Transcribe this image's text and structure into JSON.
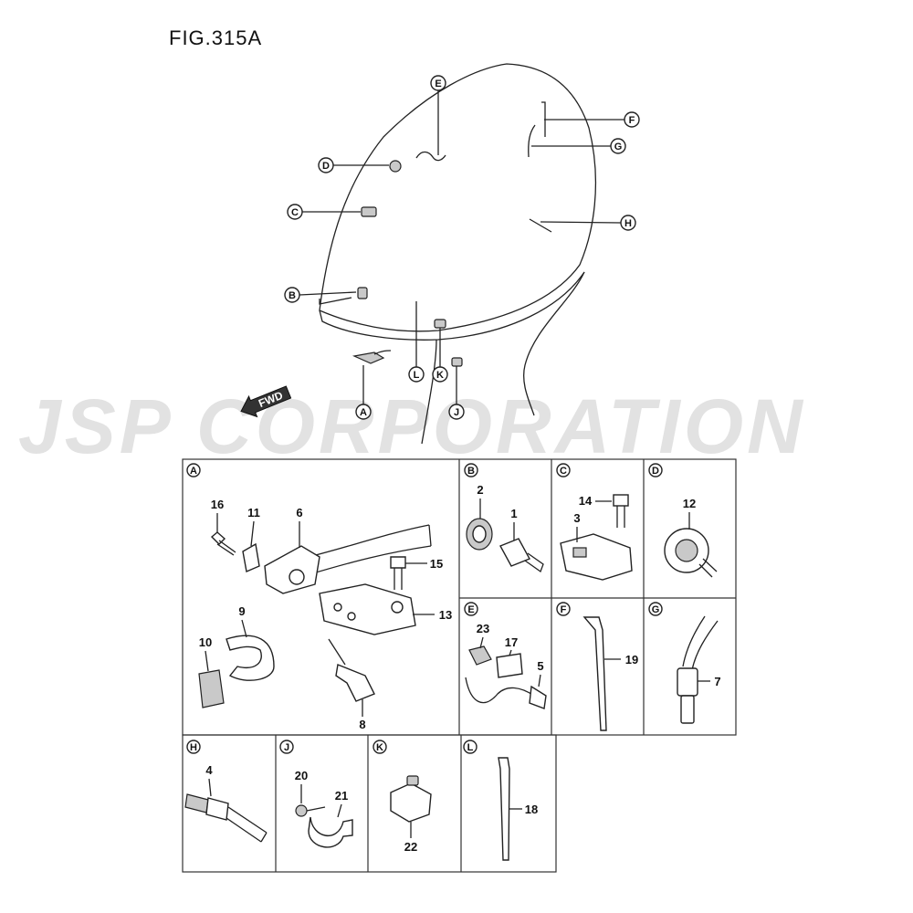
{
  "figure": {
    "title": "FIG.315A",
    "watermark": "JSP CORPORATION",
    "fwd_label": "FWD"
  },
  "callouts": {
    "A": "A",
    "B": "B",
    "C": "C",
    "D": "D",
    "E": "E",
    "F": "F",
    "G": "G",
    "H": "H",
    "J": "J",
    "K": "K",
    "L": "L"
  },
  "panels": {
    "A": {
      "label": "A",
      "parts": [
        "16",
        "11",
        "6",
        "15",
        "13",
        "9",
        "10",
        "8"
      ]
    },
    "B": {
      "label": "B",
      "parts": [
        "2",
        "1"
      ]
    },
    "C": {
      "label": "C",
      "parts": [
        "14",
        "3"
      ]
    },
    "D": {
      "label": "D",
      "parts": [
        "12"
      ]
    },
    "E": {
      "label": "E",
      "parts": [
        "23",
        "17",
        "5"
      ]
    },
    "F": {
      "label": "F",
      "parts": [
        "19"
      ]
    },
    "G": {
      "label": "G",
      "parts": [
        "7"
      ]
    },
    "H": {
      "label": "H",
      "parts": [
        "4"
      ]
    },
    "J": {
      "label": "J",
      "parts": [
        "20",
        "21"
      ]
    },
    "K": {
      "label": "K",
      "parts": [
        "22"
      ]
    },
    "L": {
      "label": "L",
      "parts": [
        "18"
      ]
    }
  },
  "colors": {
    "line": "#222222",
    "watermark": "#e2e2e2",
    "background": "#ffffff"
  }
}
